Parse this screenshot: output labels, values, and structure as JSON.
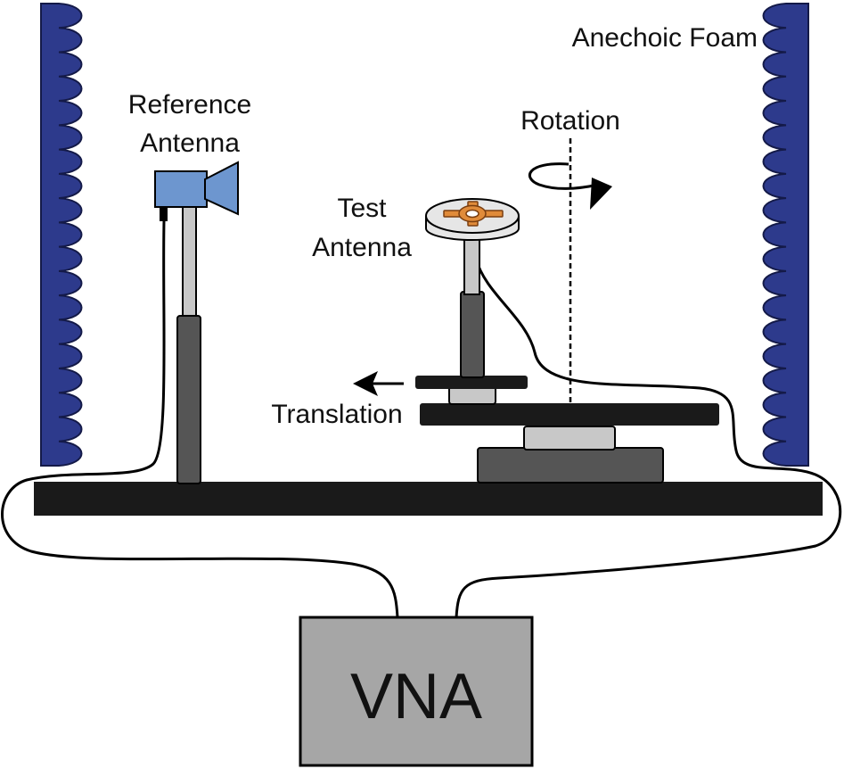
{
  "labels": {
    "anechoic_foam": "Anechoic Foam",
    "reference_antenna_line1": "Reference",
    "reference_antenna_line2": "Antenna",
    "test_antenna_line1": "Test",
    "test_antenna_line2": "Antenna",
    "rotation": "Rotation",
    "translation": "Translation",
    "vna": "VNA"
  },
  "colors": {
    "foam": "#2d3a8c",
    "foam_outline": "#141a48",
    "reference_horn": "#6d96cf",
    "test_antenna_patch": "#e08b3a",
    "test_antenna_disk": "#e6e6e6",
    "dark_gray": "#555555",
    "light_gray": "#c8c8c8",
    "vna_box": "#a6a6a6",
    "base": "#1a1a1a"
  },
  "icons": {
    "rotation": "circular-arrow-icon",
    "translation": "left-arrow-icon"
  }
}
